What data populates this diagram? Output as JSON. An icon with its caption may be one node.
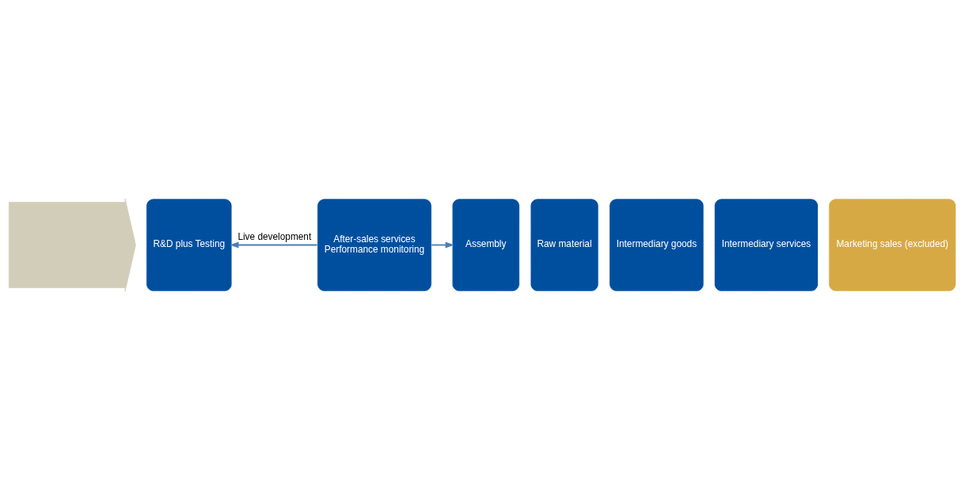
{
  "diagram": {
    "nodes": [
      {
        "text": [],
        "shape": "arrow"
      },
      {
        "text": [
          "R&D plus Testing"
        ]
      },
      {
        "text": [
          "Raw material"
        ]
      },
      {
        "text": [
          "Intermediary goods"
        ]
      },
      {
        "text": [
          "Intermediary services"
        ]
      },
      {
        "text": [
          "Assembly"
        ]
      },
      {
        "text": [
          "Marketing sales (excluded)"
        ]
      },
      {
        "text": [
          "After-sales services",
          "Performance monitoring"
        ]
      }
    ],
    "edges": [
      {
        "from": 7,
        "to": 1,
        "arrow": "to",
        "label": "Live development"
      },
      {
        "from": 7,
        "to": 5,
        "arrow": "to"
      }
    ]
  }
}
